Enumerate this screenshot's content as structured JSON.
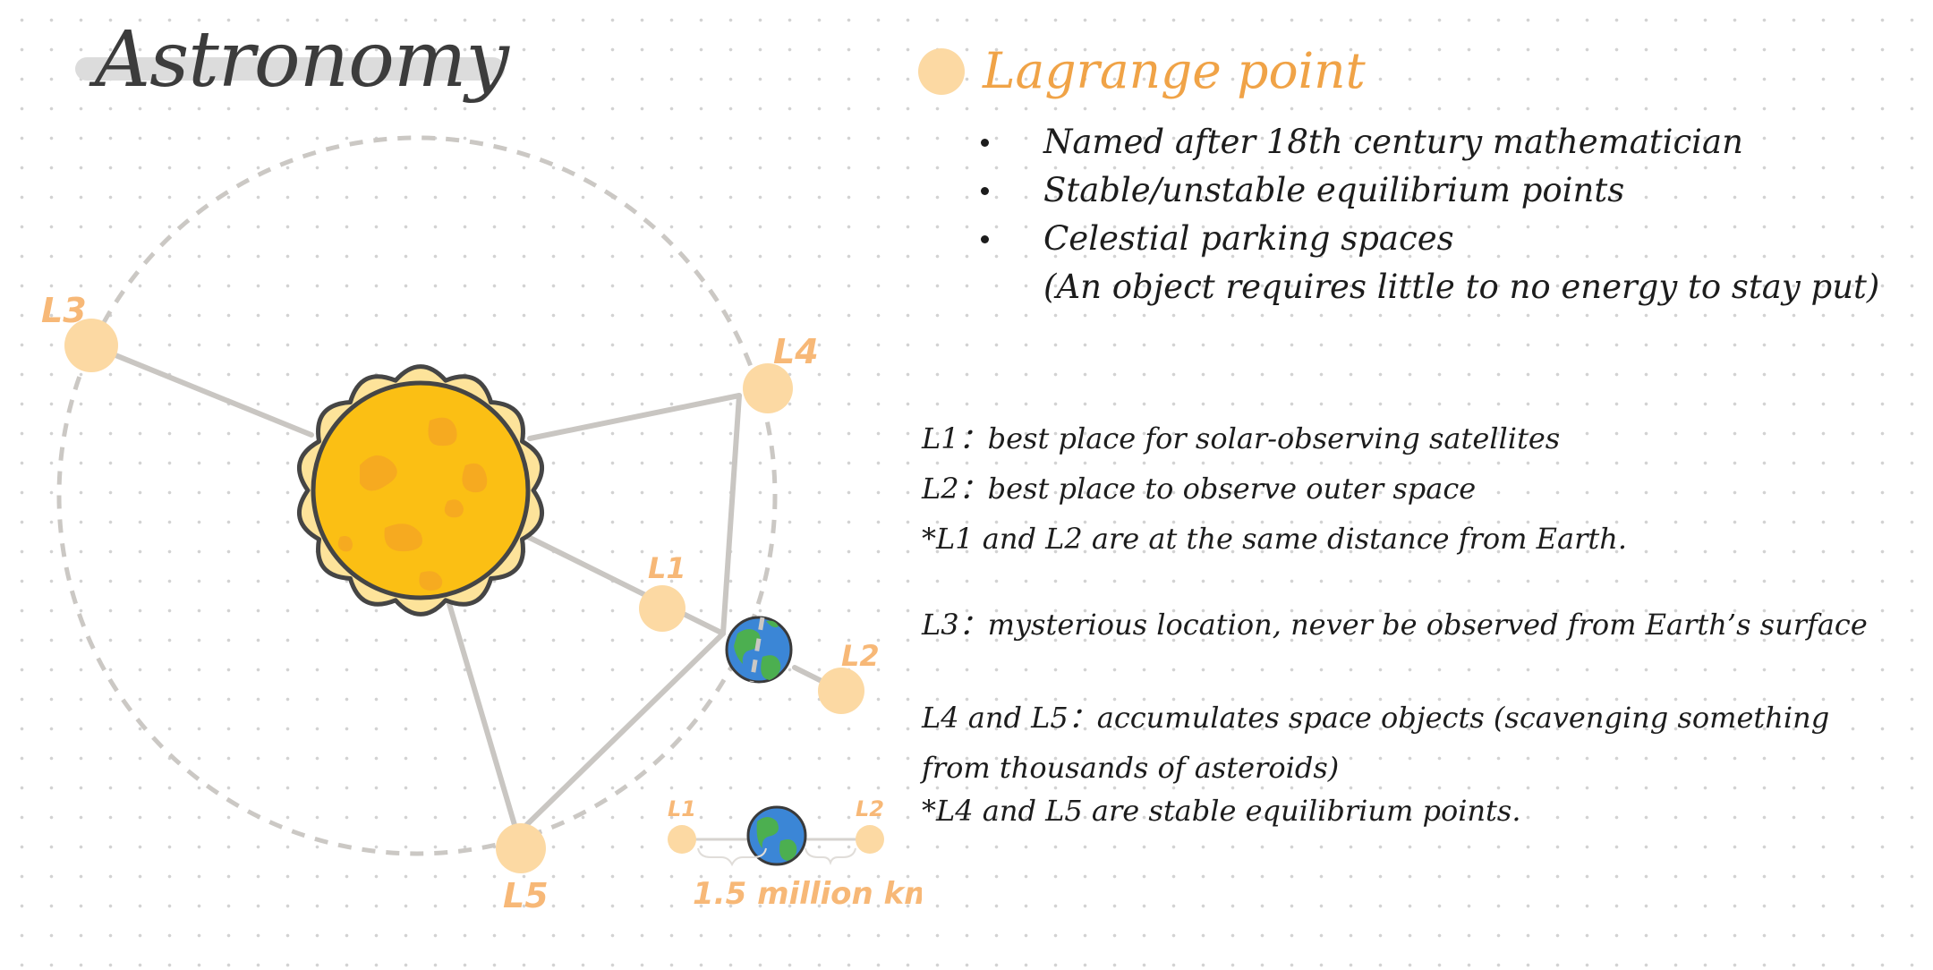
{
  "title": "Astronomy",
  "heading": "Lagrange point",
  "bullets": [
    "Named after 18th century mathematician",
    "Stable/unstable equilibrium points",
    "Celestial parking spaces"
  ],
  "bullet_continuation": "(An object requires little to no energy to stay put)",
  "notes": {
    "l1": "L1：best place for solar-observing satellites",
    "l2": "L2：best place to observe outer space",
    "l1_l2_note": "*L1 and L2 are at the same distance from Earth.",
    "l3": "L3：mysterious location, never be observed from Earth’s surface",
    "l4_l5_line1": "L4 and L5：accumulates space objects (scavenging something",
    "l4_l5_line2": "from thousands of asteroids)",
    "l4_l5_note": "*L4 and L5 are stable equilibrium points."
  },
  "diagram": {
    "labels": {
      "l1": "L1",
      "l2": "L2",
      "l3": "L3",
      "l4": "L4",
      "l5": "L5"
    },
    "inset": {
      "l1": "L1",
      "l2": "L2",
      "distance": "1.5 million km"
    }
  },
  "colors": {
    "accent_orange": "#f0a347",
    "point_fill": "#fcd9a3",
    "orbit": "#c9c6c2",
    "sun": "#fbbf14",
    "sun_corona": "#fde39a",
    "earth_ocean": "#3b86d6",
    "earth_land": "#4caf50"
  }
}
